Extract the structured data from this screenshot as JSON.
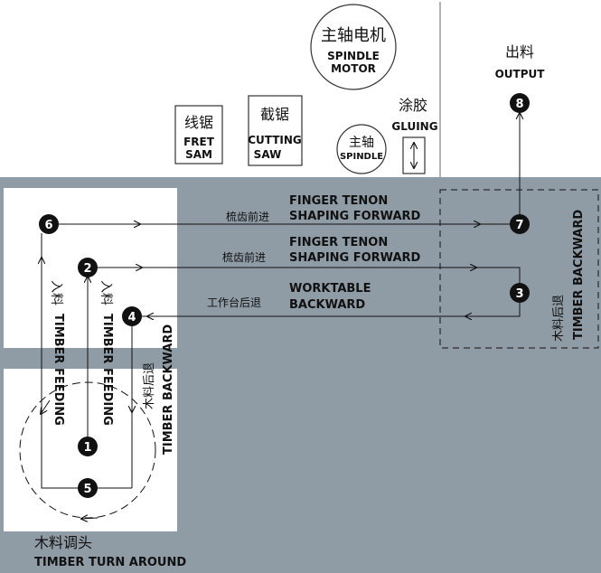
{
  "colors": {
    "work_area": "#8f9ba5",
    "paper": "#ffffff",
    "ink": "#111111",
    "marker": "#111111"
  },
  "labels": {
    "spindle_motor_cn": "主轴电机",
    "spindle_motor_en1": "SPINDLE",
    "spindle_motor_en2": "MOTOR",
    "output_cn": "出料",
    "output_en": "OUTPUT",
    "fret_saw_cn": "线锯",
    "fret_saw_en1": "FRET",
    "fret_saw_en2": "SAM",
    "cutting_saw_cn": "截锯",
    "cutting_saw_en1": "CUTTING",
    "cutting_saw_en2": "SAW",
    "spindle_cn": "主轴",
    "spindle_en": "SPINDLE",
    "gluing_cn": "涂胶",
    "gluing_en": "GLUING",
    "finger1_cn": "梳齿前进",
    "finger1_en1": "FINGER TENON",
    "finger1_en2": "SHAPING FORWARD",
    "finger2_cn": "梳齿前进",
    "finger2_en1": "FINGER TENON",
    "finger2_en2": "SHAPING FORWARD",
    "worktable_cn": "工作台后退",
    "worktable_en1": "WORKTABLE",
    "worktable_en2": "BACKWARD",
    "feed1_cn": "入料",
    "feed1_en": "TIMBER FEEDING",
    "feed2_cn": "入料",
    "feed2_en": "TIMBER FEEDING",
    "backward_left_cn": "木料后退",
    "backward_left_en": "TIMBER BACKWARD",
    "backward_right_cn": "木料后退",
    "backward_right_en": "TIMBER BACKWARD",
    "turn_cn": "木料调头",
    "turn_en": "TIMBER TURN AROUND"
  },
  "steps": [
    "1",
    "2",
    "3",
    "4",
    "5",
    "6",
    "7",
    "8"
  ],
  "icons": {
    "gluing_symbol": "double-arrow-vertical-icon"
  }
}
